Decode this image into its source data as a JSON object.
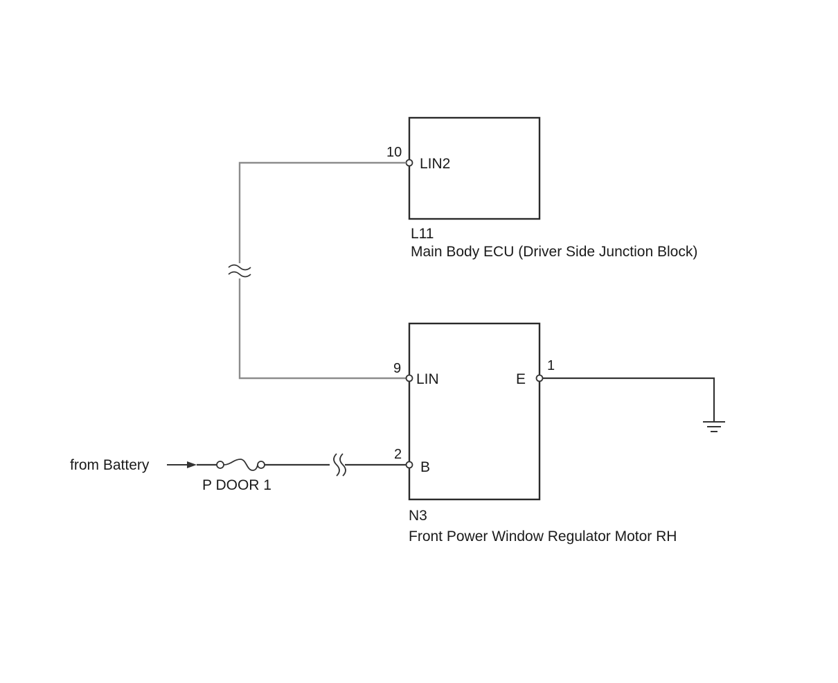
{
  "components": {
    "ecu": {
      "code": "L11",
      "name": "Main Body ECU (Driver Side Junction Block)",
      "pins": [
        {
          "number": "10",
          "signal": "LIN2"
        }
      ]
    },
    "motor": {
      "code": "N3",
      "name": "Front Power Window Regulator Motor RH",
      "pins": [
        {
          "number": "9",
          "signal": "LIN"
        },
        {
          "number": "1",
          "signal": "E"
        },
        {
          "number": "2",
          "signal": "B"
        }
      ]
    }
  },
  "power": {
    "source": "from Battery",
    "fuse": "P DOOR 1"
  },
  "symbols": [
    "break-wavy-icon",
    "ground-icon",
    "fuse-icon",
    "arrow-right-icon"
  ],
  "colors": {
    "wire_lin": "#8c8c8c",
    "wire_power": "#333333",
    "outline": "#2a2a2a"
  }
}
